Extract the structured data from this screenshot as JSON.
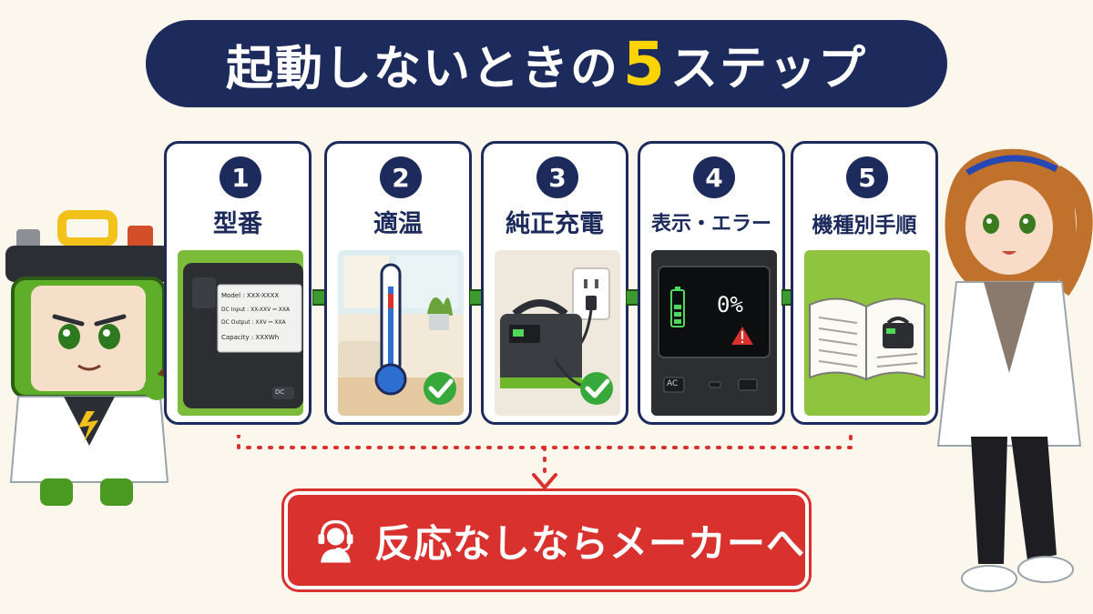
{
  "title": {
    "before": "起動しないときの",
    "number": "5",
    "after": "ステップ"
  },
  "steps": [
    {
      "number": "1",
      "label": "型番"
    },
    {
      "number": "2",
      "label": "適温"
    },
    {
      "number": "3",
      "label": "純正充電"
    },
    {
      "number": "4",
      "label": "表示・エラー"
    },
    {
      "number": "5",
      "label": "機種別手順"
    }
  ],
  "step1_plate": {
    "model": "Model : XXX-XXXX",
    "dc_input": "DC Input : XX-XXV ⎓ XXA",
    "dc_output": "DC Output : XXV ⎓ XXA",
    "capacity": "Capacity : XXXWh",
    "port": "DC"
  },
  "step4_display": {
    "percent": "0%",
    "button_ac": "AC"
  },
  "cta": {
    "label": "反応なしならメーカーへ"
  },
  "colors": {
    "navy": "#1c2a5c",
    "accent_yellow": "#ffd400",
    "cta_red": "#d9312e",
    "arrow_green": "#3c9a2f",
    "check_green": "#36a93a"
  }
}
